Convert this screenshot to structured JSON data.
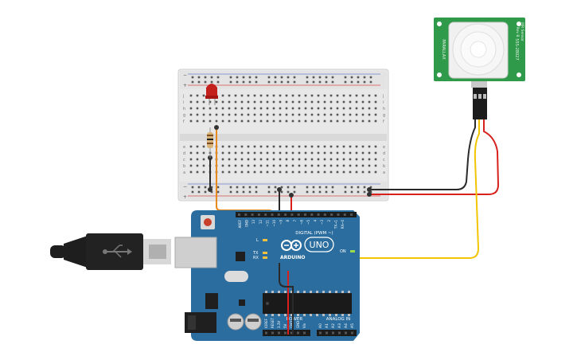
{
  "arduino": {
    "brand_label": "ARDUINO",
    "model_label": "UNO",
    "digital_header_label": "DIGITAL (PWM ~)",
    "power_header_label": "POWER",
    "analog_header_label": "ANALOG IN",
    "on_label": "ON",
    "l_label": "L",
    "tx_label": "TX",
    "rx_label": "RX",
    "digital_pins": [
      "AREF",
      "GND",
      "13",
      "12",
      "~11",
      "~10",
      "~9",
      "8",
      "7",
      "~6",
      "~5",
      "4",
      "~3",
      "2",
      "TX→1",
      "RX←0"
    ],
    "power_pins": [
      "IOREF",
      "RESET",
      "3.3V",
      "5V",
      "GND",
      "GND",
      "Vin"
    ],
    "analog_pins": [
      "A0",
      "A1",
      "A2",
      "A3",
      "A4",
      "A5"
    ]
  },
  "breadboard": {
    "row_letters_top": [
      "j",
      "i",
      "h",
      "g",
      "f"
    ],
    "row_letters_bottom": [
      "e",
      "d",
      "c",
      "b",
      "a"
    ],
    "rail_minus": "−",
    "rail_plus": "+",
    "columns": 30
  },
  "pir_sensor": {
    "label_left": "PARALLAX",
    "label_right": "555-28027",
    "label_top": "PIR Sensor",
    "label_top2": "Rev B"
  },
  "colors": {
    "arduino_blue": "#2a6d9e",
    "breadboard": "#e6e6e6",
    "pir_board": "#2f9a4a",
    "wire_black": "#2a2a2a",
    "wire_red": "#d8211c",
    "wire_yellow": "#f2c500",
    "wire_orange": "#e8891d",
    "led_red": "#c3211c"
  }
}
